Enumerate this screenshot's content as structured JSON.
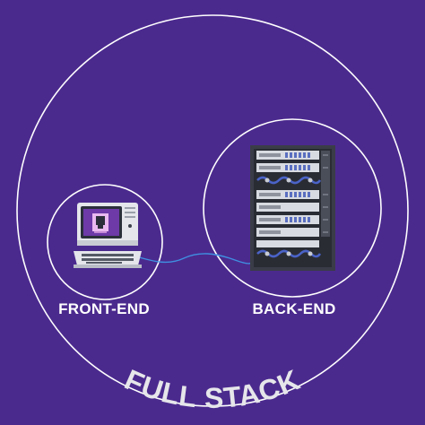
{
  "labels": {
    "front_end": "FRONT-END",
    "back_end": "BACK-END",
    "full_stack": "FULL STACK"
  },
  "colors": {
    "background": "#4b2a8e",
    "circle_stroke": "#ffffff",
    "cable": "#3f8fe0"
  },
  "icons": {
    "front_end": "retro-computer-icon",
    "back_end": "server-rack-icon"
  }
}
